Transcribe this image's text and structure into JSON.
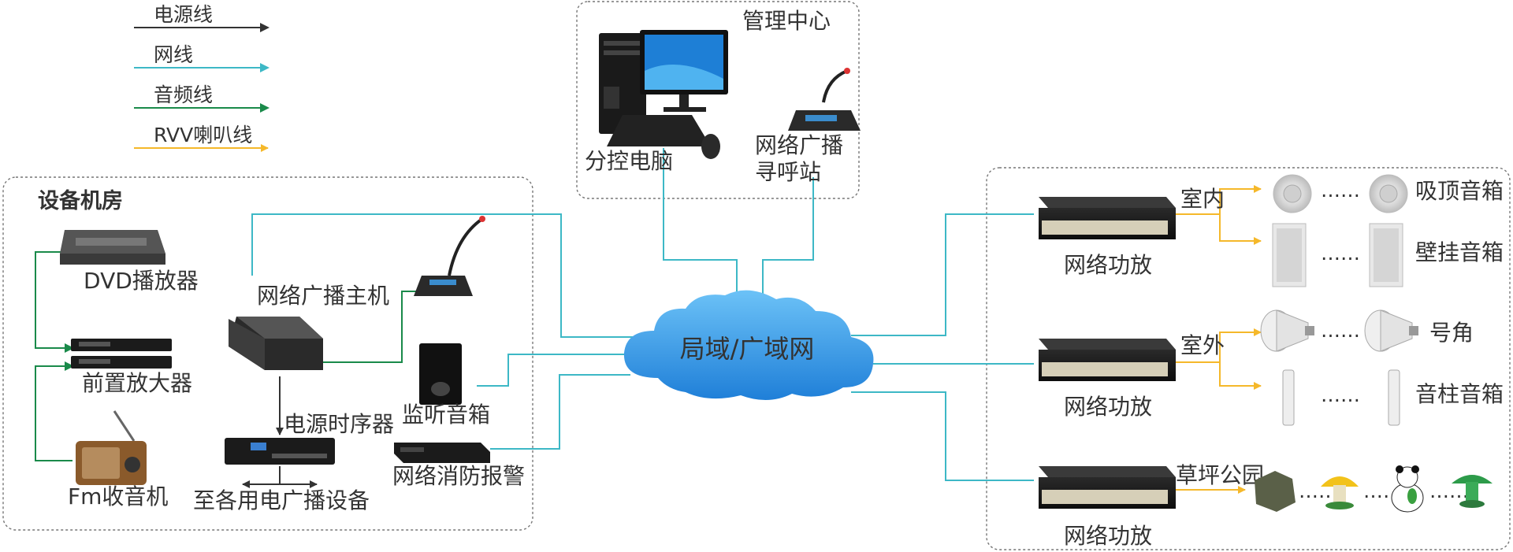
{
  "legend": {
    "power": "电源线",
    "network": "网线",
    "audio": "音频线",
    "rvv": "RVV喇叭线"
  },
  "groups": {
    "management": "管理中心",
    "equipment_room": "设备机房"
  },
  "devices": {
    "pc": "分控电脑",
    "paging_station_line1": "网络广播",
    "paging_station_line2": "寻呼站",
    "dvd": "DVD播放器",
    "preamp": "前置放大器",
    "radio": "Fm收音机",
    "host": "网络广播主机",
    "sequencer": "电源时序器",
    "to_devices": "至各用电广播设备",
    "monitor": "监听音箱",
    "fire_alarm": "网络消防报警",
    "cloud": "局域/广域网",
    "amp1": "网络功放",
    "amp2": "网络功放",
    "amp3": "网络功放"
  },
  "zones": {
    "indoor": "室内",
    "outdoor": "室外",
    "lawn": "草坪公园"
  },
  "speakers": {
    "ceiling": "吸顶音箱",
    "wall": "壁挂音箱",
    "horn": "号角",
    "column": "音柱音箱"
  },
  "ellipsis": "……",
  "colors": {
    "power": "#333333",
    "network": "#3db8c6",
    "audio": "#1a8a4a",
    "rvv": "#f5b82a",
    "cloud": "#2b8fe0"
  }
}
